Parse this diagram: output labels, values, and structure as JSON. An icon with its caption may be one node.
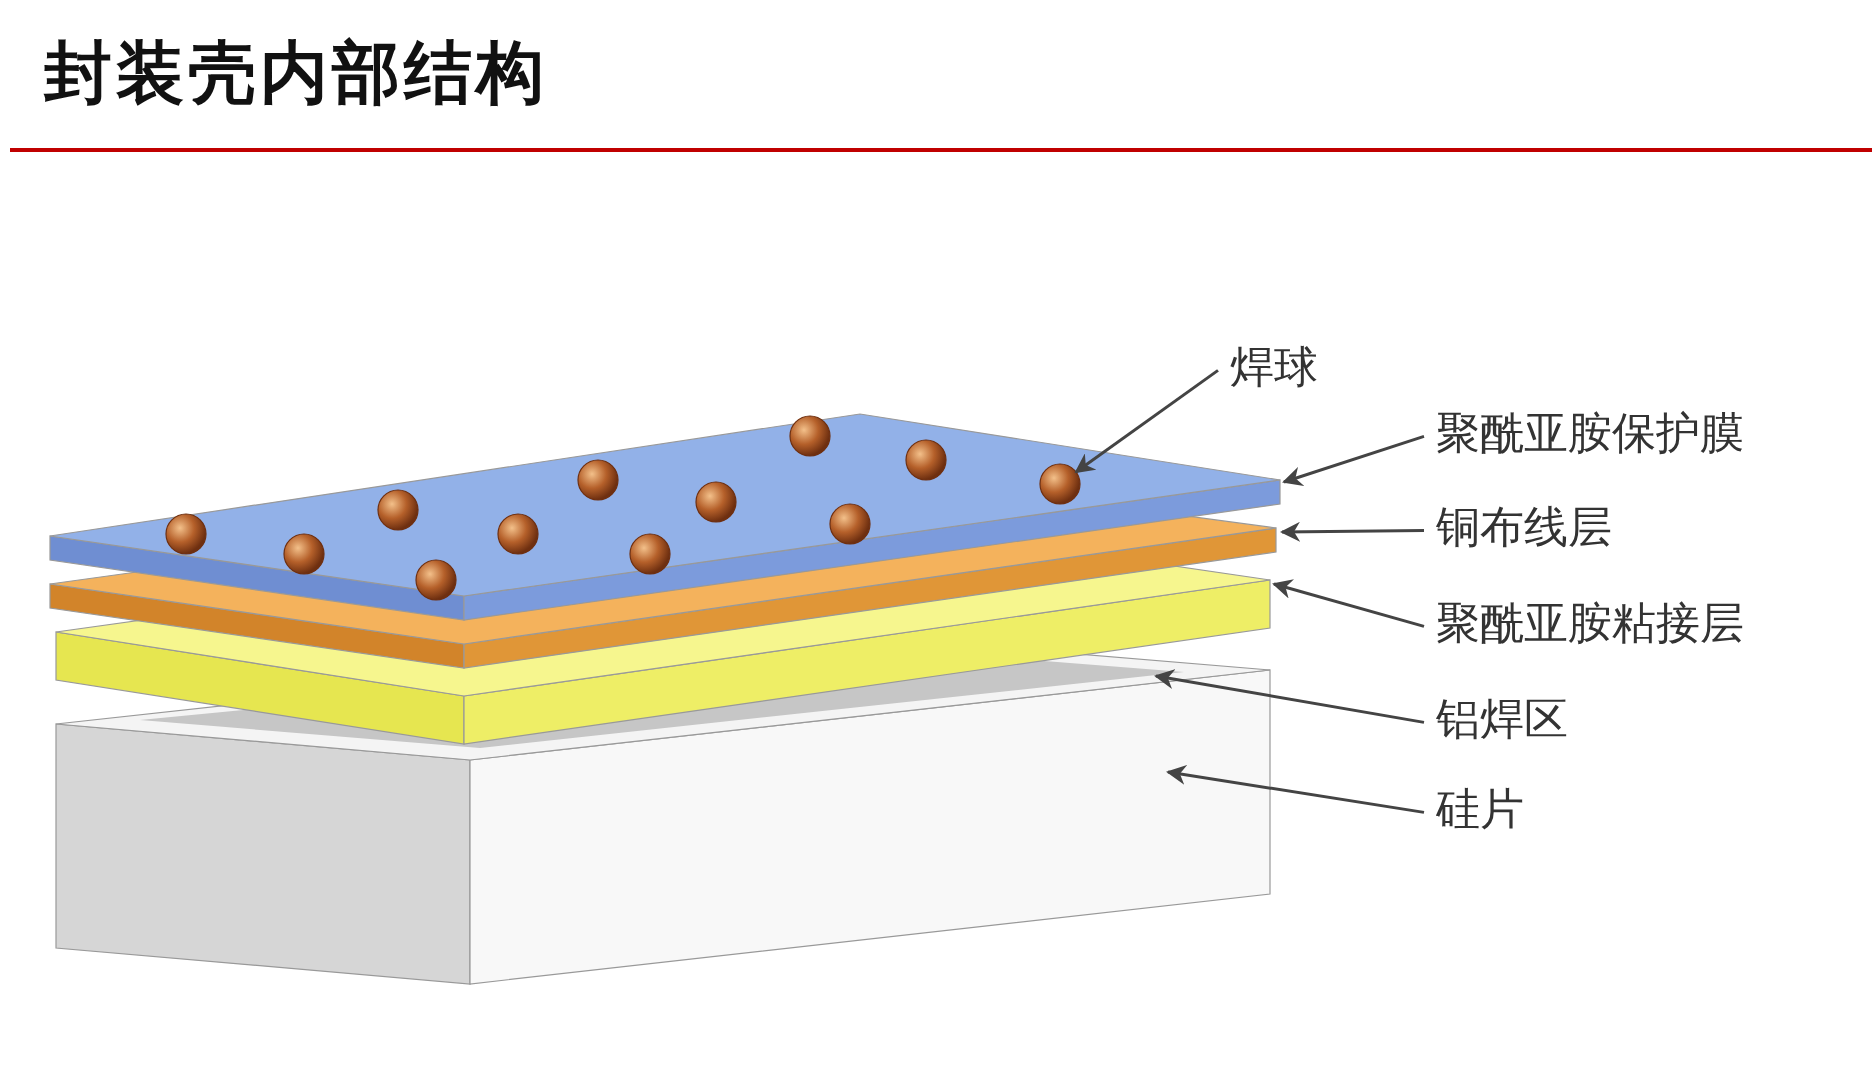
{
  "diagram": {
    "title": "封装壳内部结构",
    "nodes": [
      {
        "text": [
          "焊球"
        ]
      },
      {
        "text": [
          "聚酰亚胺保护膜"
        ]
      },
      {
        "text": [
          "铜布线层"
        ]
      },
      {
        "text": [
          "聚酰亚胺粘接层"
        ]
      },
      {
        "text": [
          "铝焊区"
        ]
      },
      {
        "text": [
          "硅片"
        ]
      }
    ],
    "edges": [
      {
        "from": 0,
        "to": null,
        "arrow": "to"
      },
      {
        "from": 1,
        "to": null,
        "arrow": "to"
      },
      {
        "from": 2,
        "to": null,
        "arrow": "to"
      },
      {
        "from": 3,
        "to": null,
        "arrow": "to"
      },
      {
        "from": 4,
        "to": null,
        "arrow": "to"
      },
      {
        "from": 5,
        "to": null,
        "arrow": "to"
      }
    ]
  }
}
